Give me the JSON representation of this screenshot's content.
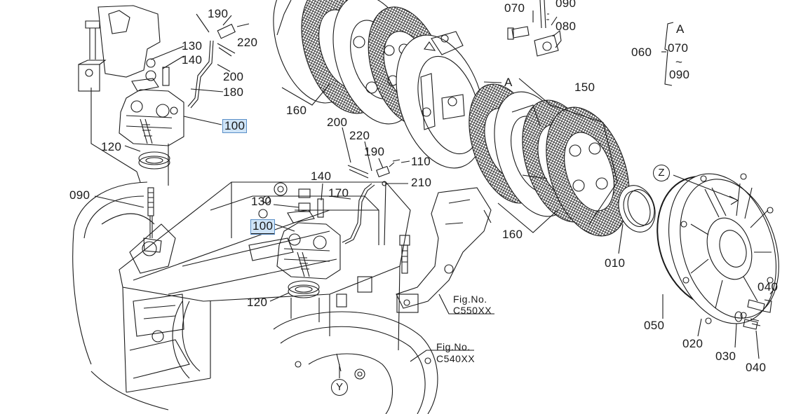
{
  "labels": {
    "p190a": "190",
    "p220a": "220",
    "p130a": "130",
    "p140a": "140",
    "p200a": "200",
    "p180": "180",
    "p100a": "100",
    "p120a": "120",
    "p090a": "090",
    "p160a": "160",
    "p200b": "200",
    "p220b": "220",
    "p190b": "190",
    "p110": "110",
    "p210": "210",
    "p140b": "140",
    "p170": "170",
    "p130b": "130",
    "p100b": "100",
    "p120b": "120",
    "p070a": "070",
    "p090b": "090",
    "p080": "080",
    "pA1": "A",
    "p150": "150",
    "p160b": "160",
    "p010": "010",
    "p050": "050",
    "p020": "020",
    "p030": "030",
    "p040a": "040",
    "p040b": "040",
    "p060": "060",
    "bracket_top": "A",
    "bracket_mid": "070",
    "bracket_tilde": "~",
    "bracket_bot": "090",
    "fig1_title": "Fig.No.",
    "fig1_code": "C550XX",
    "fig2_title": "Fig.No.",
    "fig2_code": "C540XX",
    "view_z": "Z",
    "view_y": "Y"
  },
  "colors": {
    "highlight": "#cfe4f7",
    "line": "#1a1a1a"
  }
}
